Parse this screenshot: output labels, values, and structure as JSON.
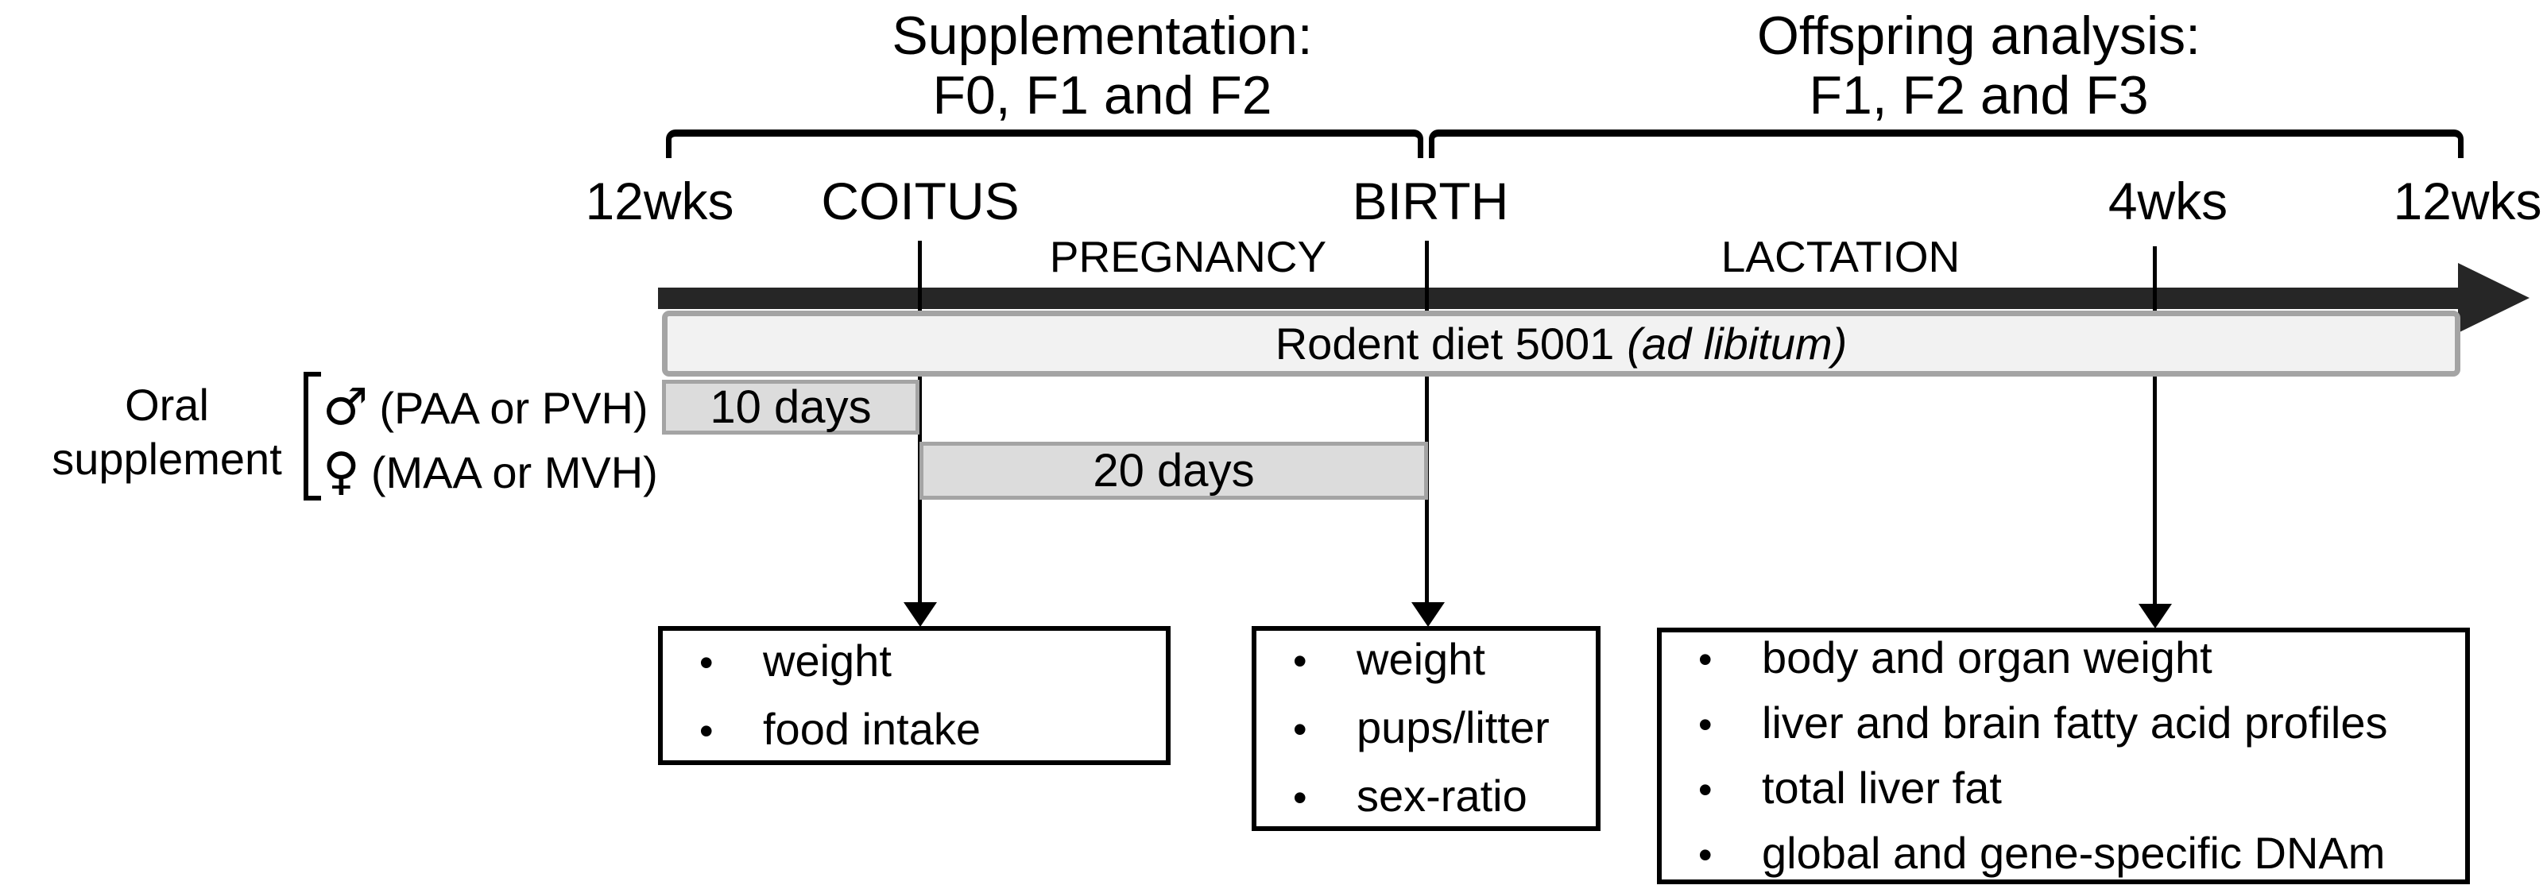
{
  "figure": {
    "supplementation_title": {
      "line1": "Supplementation:",
      "line2": "F0, F1 and F2"
    },
    "offspring_title": {
      "line1": "Offspring analysis:",
      "line2": "F1, F2 and F3"
    },
    "timeline": {
      "start_label": "12wks",
      "coitus_label": "COITUS",
      "pregnancy_label": "PREGNANCY",
      "birth_label": "BIRTH",
      "lactation_label": "LACTATION",
      "four_weeks_label": "4wks",
      "end_label": "12wks"
    },
    "diet_bar": {
      "text": "Rodent diet 5001",
      "note_italic": "(ad libitum)"
    },
    "supplement_bars": {
      "male_bar": "10 days",
      "female_bar": "20 days"
    },
    "oral_supplement": {
      "line1": "Oral",
      "line2": "supplement",
      "male_symbol": "♂",
      "male_groups": "(PAA or PVH)",
      "female_symbol": "♀",
      "female_groups": "(MAA or MVH)"
    },
    "bullet_char": "•",
    "coitus_box_items": [
      "weight",
      "food intake"
    ],
    "birth_box_items": [
      "weight",
      "pups/litter",
      "sex-ratio"
    ],
    "four_weeks_box_items": [
      "body and organ weight",
      "liver and brain fatty acid profiles",
      "total liver fat",
      "global and gene-specific DNAm"
    ],
    "colors": {
      "timeline_bar": "#262626",
      "diet_bar_fill": "#f2f2f2",
      "gray_border": "#a4a4a4",
      "supplement_bar_fill": "#dcdcdc"
    }
  }
}
